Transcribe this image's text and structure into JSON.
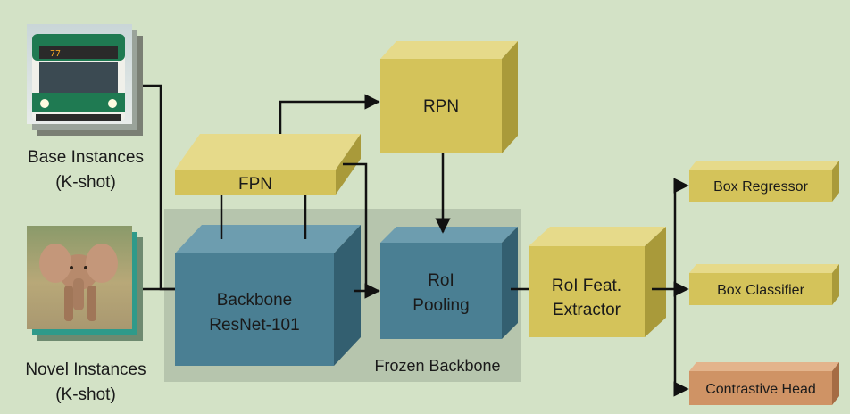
{
  "inputs": {
    "base_label_line1": "Base Instances",
    "base_label_line2": "(K-shot)",
    "novel_label_line1": "Novel Instances",
    "novel_label_line2": "(K-shot)",
    "bus_display_text": "77"
  },
  "modules": {
    "fpn": "FPN",
    "rpn": "RPN",
    "backbone_line1": "Backbone",
    "backbone_line2": "ResNet-101",
    "roi_pooling_line1": "RoI",
    "roi_pooling_line2": "Pooling",
    "roi_feat_line1": "RoI Feat.",
    "roi_feat_line2": "Extractor",
    "frozen_region": "Frozen Backbone"
  },
  "heads": {
    "box_regressor": "Box Regressor",
    "box_classifier": "Box Classifier",
    "contrastive_head": "Contrastive Head"
  },
  "colors": {
    "background": "#d3e2c6",
    "yellow_front": "#d4c35a",
    "yellow_top": "#e6da8a",
    "yellow_side": "#a99a3a",
    "blue_front": "#4a7f93",
    "blue_top": "#6d9daf",
    "blue_side": "#335f70",
    "orange_front": "#cf9365",
    "orange_top": "#e3b48c",
    "orange_side": "#a56c44",
    "frozen_region": "#b6c5ad",
    "arrow": "#111111"
  }
}
